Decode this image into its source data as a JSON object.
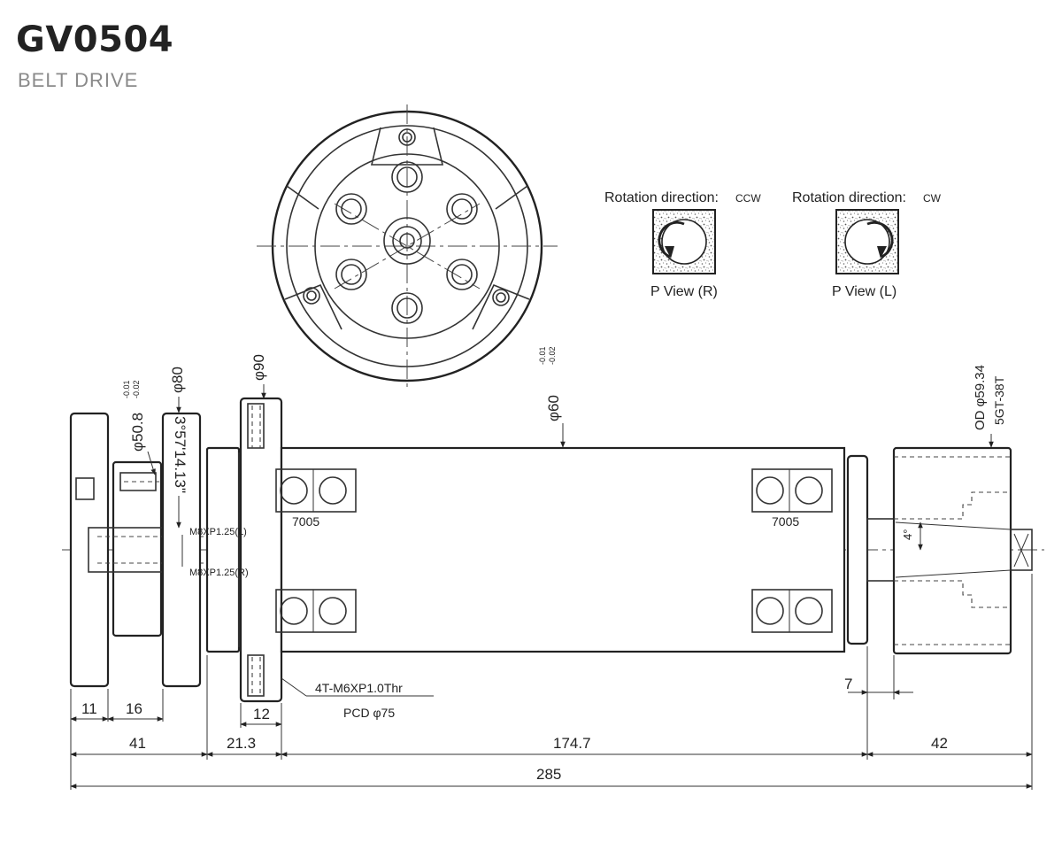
{
  "header": {
    "model": "GV0504",
    "drive": "BELT DRIVE"
  },
  "rotation": {
    "ccw": {
      "label": "Rotation direction:",
      "dir": "CCW",
      "view": "P View (R)"
    },
    "cw": {
      "label": "Rotation direction:",
      "dir": "CW",
      "view": "P View (L)"
    }
  },
  "labels": {
    "bearing_left": "7005",
    "bearing_right": "7005",
    "thread_left": "M8XP1.25(L)",
    "thread_right": "M8XP1.25(R)",
    "mount_thread": "4T-M6XP1.0Thr",
    "pcd": "PCD φ75",
    "taper": "3°57'14.13\"",
    "pulley_od": "OD φ59.34",
    "pulley_teeth": "5GT-38T",
    "angle": "4°"
  },
  "diameters": {
    "d508": "φ50.8",
    "d508_tol_upper": "-0.01",
    "d508_tol_lower": "-0.02",
    "d80": "φ80",
    "d90": "φ90",
    "d60": "φ60",
    "d60_tol_upper": "-0.01",
    "d60_tol_lower": "-0.02"
  },
  "dimensions": {
    "d11": "11",
    "d16": "16",
    "d12": "12",
    "d7": "7",
    "d41": "41",
    "d213": "21.3",
    "d1747": "174.7",
    "d42": "42",
    "d285": "285"
  }
}
